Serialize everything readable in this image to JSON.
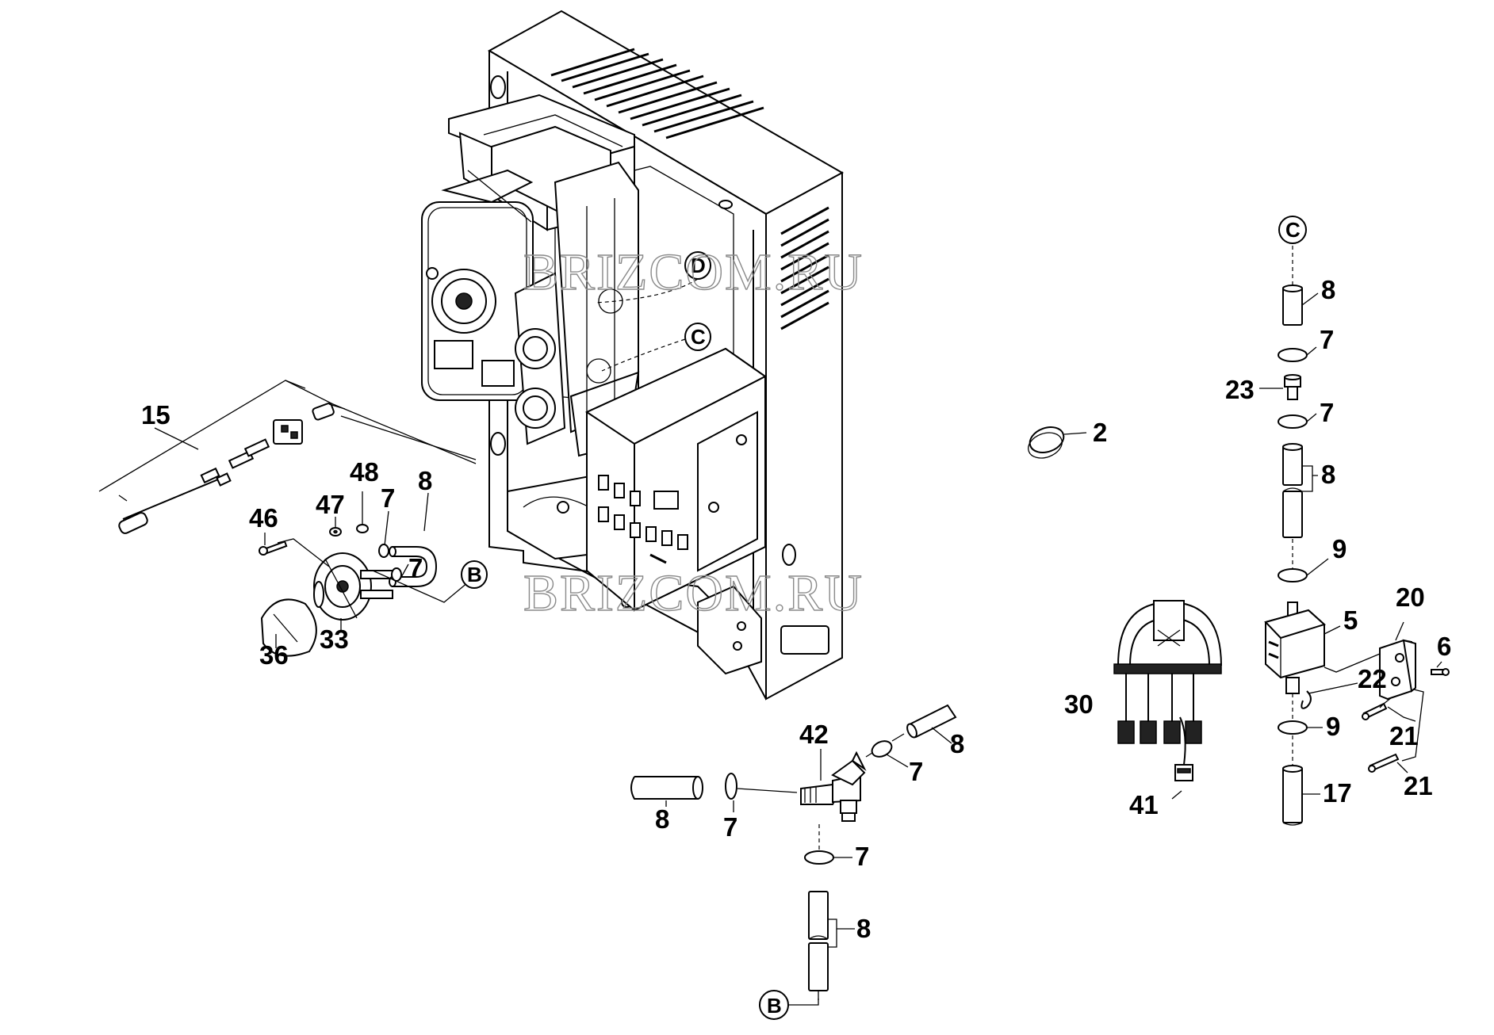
{
  "watermarks": [
    "BRIZCOM.RU",
    "BRIZCOM.RU"
  ],
  "ref_letters": {
    "b": "B",
    "c": "C",
    "d": "D"
  },
  "callouts": [
    {
      "id": "c15",
      "label": "15"
    },
    {
      "id": "c46",
      "label": "46"
    },
    {
      "id": "c47",
      "label": "47"
    },
    {
      "id": "c48",
      "label": "48"
    },
    {
      "id": "c7a",
      "label": "7"
    },
    {
      "id": "c8a",
      "label": "8"
    },
    {
      "id": "c7b",
      "label": "7"
    },
    {
      "id": "c36",
      "label": "36"
    },
    {
      "id": "c33",
      "label": "33"
    },
    {
      "id": "c2",
      "label": "2"
    },
    {
      "id": "c42",
      "label": "42"
    },
    {
      "id": "c8b",
      "label": "8"
    },
    {
      "id": "c7c",
      "label": "7"
    },
    {
      "id": "c8c",
      "label": "8"
    },
    {
      "id": "c7d",
      "label": "7"
    },
    {
      "id": "c7e",
      "label": "7"
    },
    {
      "id": "c8d",
      "label": "8"
    },
    {
      "id": "c30",
      "label": "30"
    },
    {
      "id": "c41",
      "label": "41"
    },
    {
      "id": "c8e",
      "label": "8"
    },
    {
      "id": "c7f",
      "label": "7"
    },
    {
      "id": "c23",
      "label": "23"
    },
    {
      "id": "c7g",
      "label": "7"
    },
    {
      "id": "c8f",
      "label": "8"
    },
    {
      "id": "c9a",
      "label": "9"
    },
    {
      "id": "c20",
      "label": "20"
    },
    {
      "id": "c5",
      "label": "5"
    },
    {
      "id": "c6",
      "label": "6"
    },
    {
      "id": "c22",
      "label": "22"
    },
    {
      "id": "c9b",
      "label": "9"
    },
    {
      "id": "c21a",
      "label": "21"
    },
    {
      "id": "c21b",
      "label": "21"
    },
    {
      "id": "c17",
      "label": "17"
    }
  ]
}
